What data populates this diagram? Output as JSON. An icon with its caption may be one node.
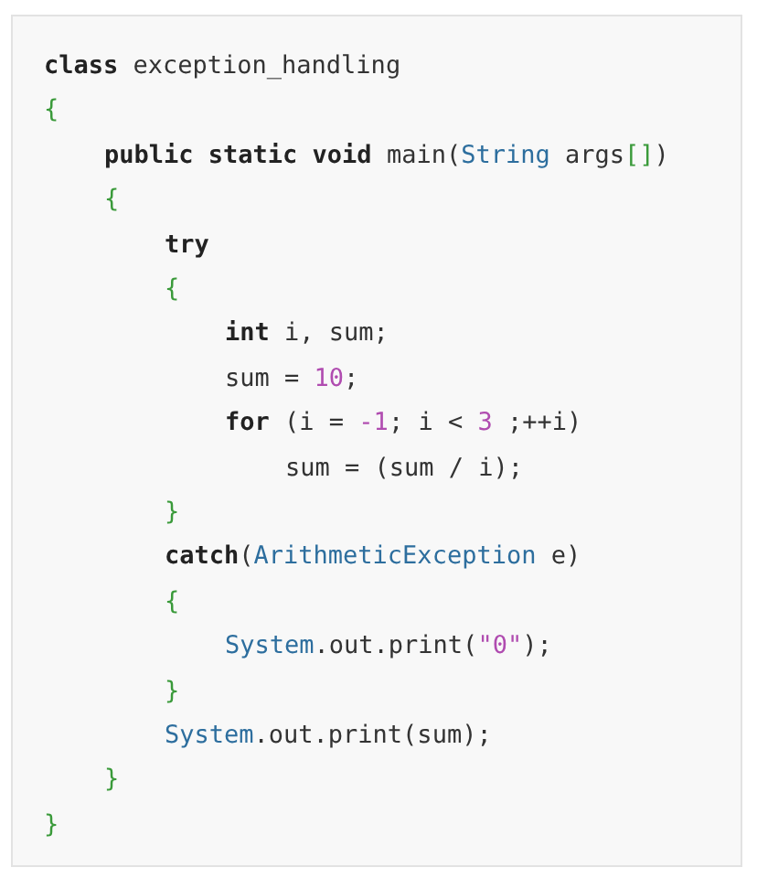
{
  "diagram": {
    "labels": [
      "**class** exception_handling",
      "{",
      "**public static void** main(String args[])",
      "{",
      "**try**",
      "{",
      "**int** i, sum;",
      "sum = 10;",
      "**for** (i = -1; i < 3 ;++i)",
      "sum = (sum / i);",
      "}",
      "**catch**(ArithmeticException e)",
      "{",
      "System.out.print(\"0\");",
      "}",
      "System.out.print(sum);",
      "}",
      "}"
    ]
  }
}
